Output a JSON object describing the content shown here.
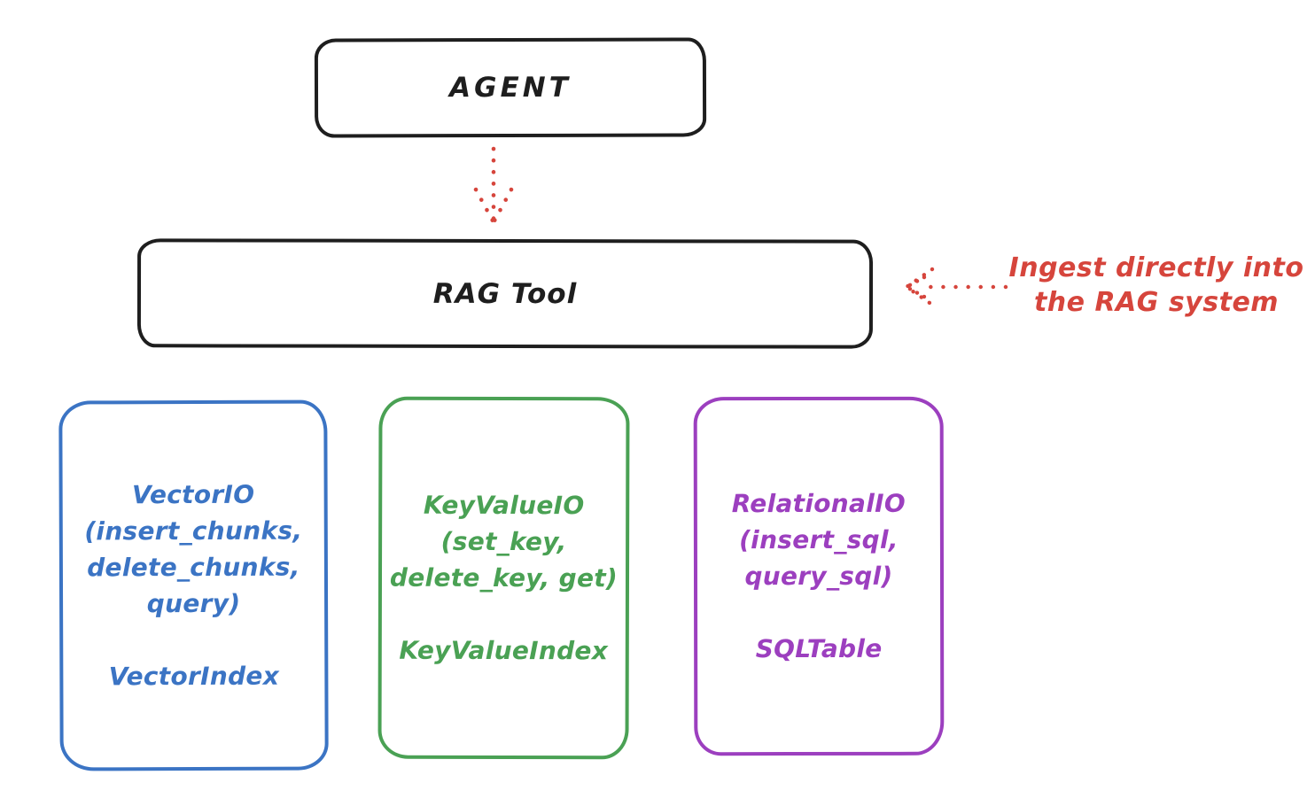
{
  "colors": {
    "ink_black": "#1e1e1e",
    "accent_red": "#d6453c",
    "vector_blue": "#3b74c4",
    "keyvalue_green": "#4aa154",
    "relational_purple": "#9c3fbf",
    "background": "#ffffff"
  },
  "nodes": {
    "agent": {
      "label": "AGENT"
    },
    "rag_tool": {
      "label": "RAG Tool"
    }
  },
  "annotation": {
    "line1": "Ingest directly into",
    "line2": "the RAG system",
    "color": "#d6453c"
  },
  "arrows": [
    {
      "name": "agent-to-rag-tool",
      "direction": "down",
      "style": "dotted",
      "color": "#d6453c"
    },
    {
      "name": "annotation-to-rag-tool",
      "direction": "left",
      "style": "dotted",
      "color": "#d6453c"
    }
  ],
  "io_boxes": [
    {
      "id": "vector-io",
      "color": "#3b74c4",
      "lines": [
        "VectorIO",
        "(insert_chunks,",
        "delete_chunks,",
        "query)"
      ],
      "index_label": "VectorIndex"
    },
    {
      "id": "keyvalue-io",
      "color": "#4aa154",
      "lines": [
        "KeyValueIO",
        "(set_key,",
        "delete_key, get)"
      ],
      "index_label": "KeyValueIndex"
    },
    {
      "id": "relational-io",
      "color": "#9c3fbf",
      "lines": [
        "RelationalIO",
        "(insert_sql,",
        "query_sql)"
      ],
      "index_label": "SQLTable"
    }
  ]
}
